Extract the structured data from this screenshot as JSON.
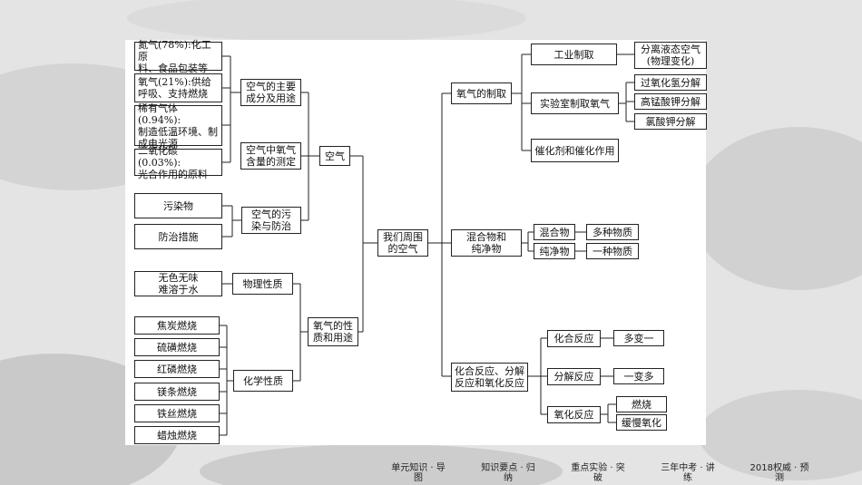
{
  "diagram": {
    "root": "我们周围\n的空气",
    "air": {
      "label": "空气",
      "composition": {
        "label": "空气的主要\n成分及用途",
        "items": [
          "氮气(78%):化工原\n料、食品包装等",
          "氧气(21%):供给\n呼吸、支持燃烧",
          "稀有气体(0.94%):\n制造低温环境、制\n成电光源",
          "二氧化碳(0.03%):\n光合作用的原料"
        ]
      },
      "measurement": "空气中氧气\n含量的测定",
      "pollution": {
        "label": "空气的污\n染与防治",
        "items": [
          "污染物",
          "防治措施"
        ]
      }
    },
    "oxygen_properties": {
      "label": "氧气的性\n质和用途",
      "physical": {
        "label": "物理性质",
        "desc": "无色无味\n难溶于水"
      },
      "chemical": {
        "label": "化学性质",
        "items": [
          "焦炭燃烧",
          "硫磺燃烧",
          "红磷燃烧",
          "镁条燃烧",
          "铁丝燃烧",
          "蜡烛燃烧"
        ]
      }
    },
    "oxygen_prep": {
      "label": "氧气的制取",
      "industrial": {
        "label": "工业制取",
        "desc": "分离液态空气\n(物理变化)"
      },
      "lab": {
        "label": "实验室制取氧气",
        "items": [
          "过氧化氢分解",
          "高锰酸钾分解",
          "氯酸钾分解"
        ]
      },
      "catalyst": "催化剂和催化作用"
    },
    "mixtures": {
      "label": "混合物和\n纯净物",
      "mixture": {
        "label": "混合物",
        "desc": "多种物质"
      },
      "pure": {
        "label": "纯净物",
        "desc": "一种物质"
      }
    },
    "reactions": {
      "label": "化合反应、分解\n反应和氧化反应",
      "combination": {
        "label": "化合反应",
        "desc": "多变一"
      },
      "decomposition": {
        "label": "分解反应",
        "desc": "一变多"
      },
      "oxidation": {
        "label": "氧化反应",
        "items": [
          "燃烧",
          "缓慢氧化"
        ]
      }
    }
  },
  "footer_nav": [
    "单元知识 · 导\n图",
    "知识要点 · 归\n纳",
    "重点实验 · 突\n破",
    "三年中考 · 讲\n练",
    "2018权威 · 预\n测"
  ]
}
